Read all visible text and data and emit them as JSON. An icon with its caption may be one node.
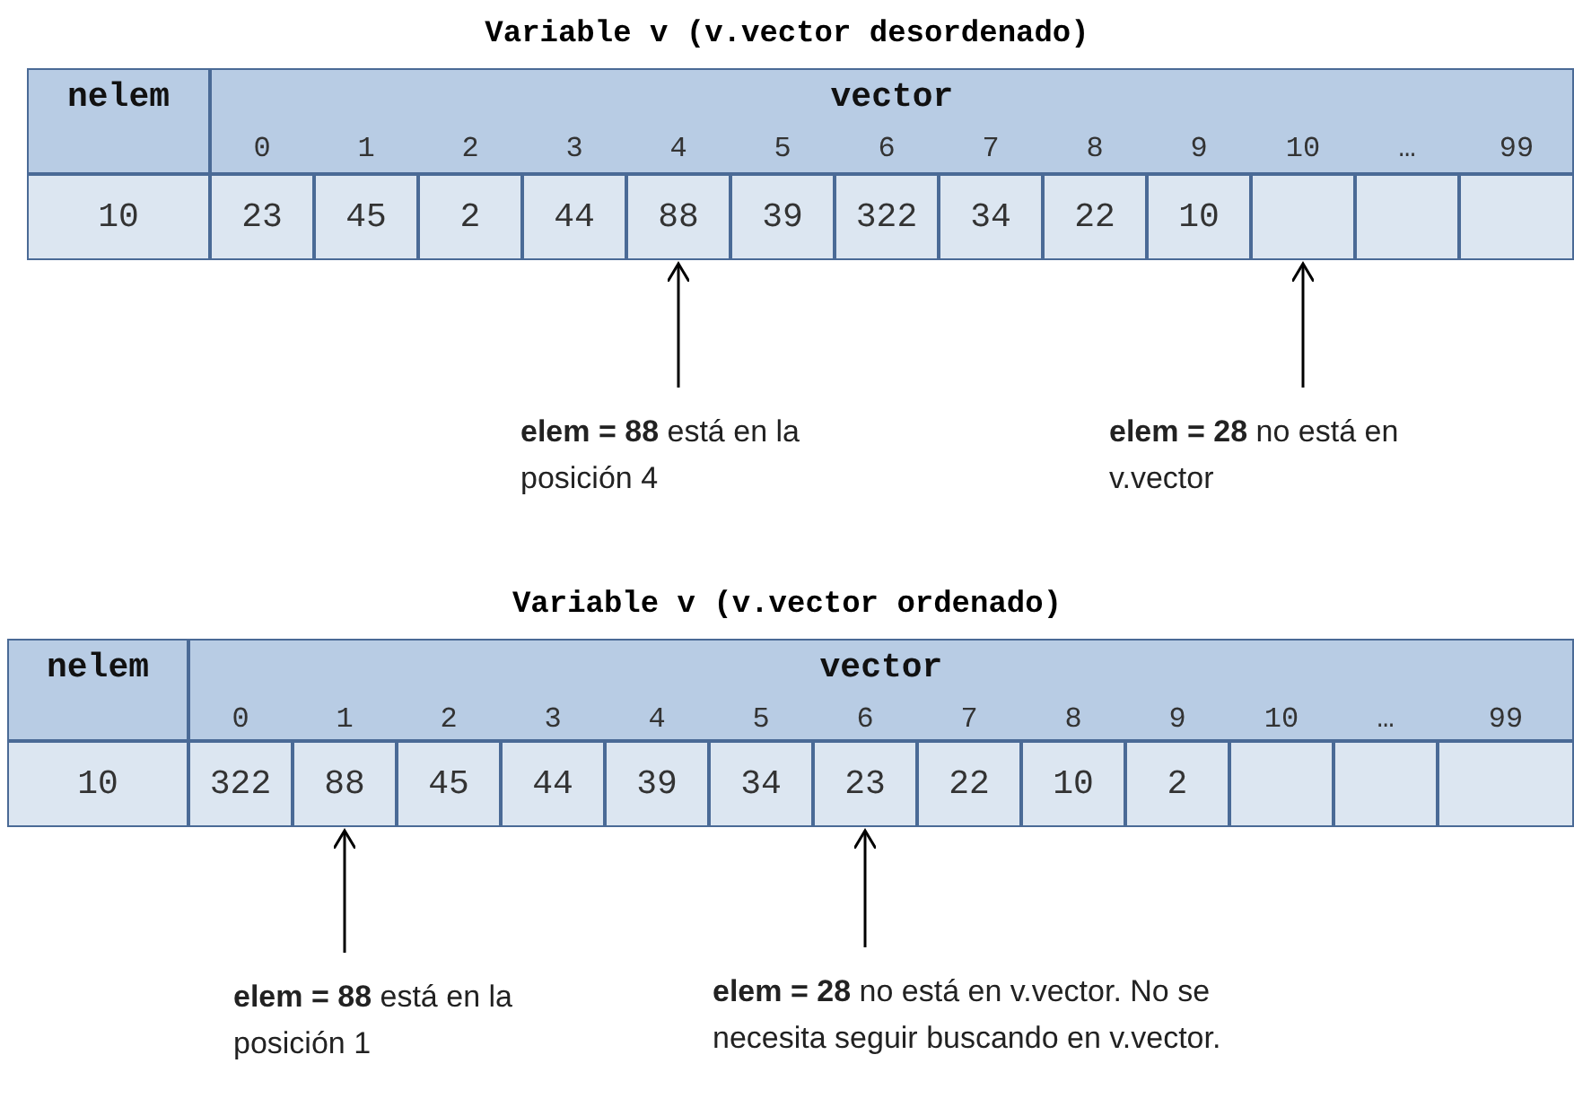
{
  "diagram": {
    "nodes": [
      {
        "text": [
          "nelem"
        ]
      },
      {
        "text": [
          "vector"
        ]
      },
      {
        "text": [
          "10"
        ]
      },
      {
        "text": [
          "23"
        ]
      },
      {
        "text": [
          "45"
        ]
      },
      {
        "text": [
          "2"
        ]
      },
      {
        "text": [
          "44"
        ]
      },
      {
        "text": [
          "88"
        ]
      },
      {
        "text": [
          "39"
        ]
      },
      {
        "text": [
          "322"
        ]
      },
      {
        "text": [
          "34"
        ]
      },
      {
        "text": [
          "22"
        ]
      },
      {
        "text": [
          "10"
        ]
      },
      {
        "text": [],
        "shape": "box"
      },
      {
        "text": [],
        "shape": "box"
      },
      {
        "text": [],
        "shape": "box"
      },
      {
        "text": [
          "**elem = 88** está en la posición 4"
        ]
      },
      {
        "text": [
          "**elem = 28** no está en v.vector"
        ]
      },
      {
        "text": [
          "nelem"
        ]
      },
      {
        "text": [
          "vector"
        ]
      },
      {
        "text": [
          "10"
        ]
      },
      {
        "text": [
          "322"
        ]
      },
      {
        "text": [
          "88"
        ]
      },
      {
        "text": [
          "45"
        ]
      },
      {
        "text": [
          "44"
        ]
      },
      {
        "text": [
          "39"
        ]
      },
      {
        "text": [
          "34"
        ]
      },
      {
        "text": [
          "23"
        ]
      },
      {
        "text": [
          "22"
        ]
      },
      {
        "text": [
          "10"
        ]
      },
      {
        "text": [
          "2"
        ]
      },
      {
        "text": [],
        "shape": "box"
      },
      {
        "text": [],
        "shape": "box"
      },
      {
        "text": [],
        "shape": "box"
      },
      {
        "text": [
          "**elem = 88** está en la posición 1"
        ]
      },
      {
        "text": [
          "**elem = 28** no está en v.vector. No se necesita seguir buscando en v.vector."
        ]
      }
    ],
    "edges": [
      {
        "from": 16,
        "to": 7,
        "arrow": "to"
      },
      {
        "from": 17,
        "to": 13,
        "arrow": "to"
      },
      {
        "from": 34,
        "to": 22,
        "arrow": "to"
      },
      {
        "from": 35,
        "to": 27,
        "arrow": "to"
      }
    ],
    "labels": [
      "Variable v (v.vector desordenado)",
      "0",
      "1",
      "2",
      "3",
      "4",
      "5",
      "6",
      "7",
      "8",
      "9",
      "10",
      "…",
      "99",
      "Variable v (v.vector ordenado)",
      "0",
      "1",
      "2",
      "3",
      "4",
      "5",
      "6",
      "7",
      "8",
      "9",
      "10",
      "…",
      "99"
    ]
  }
}
